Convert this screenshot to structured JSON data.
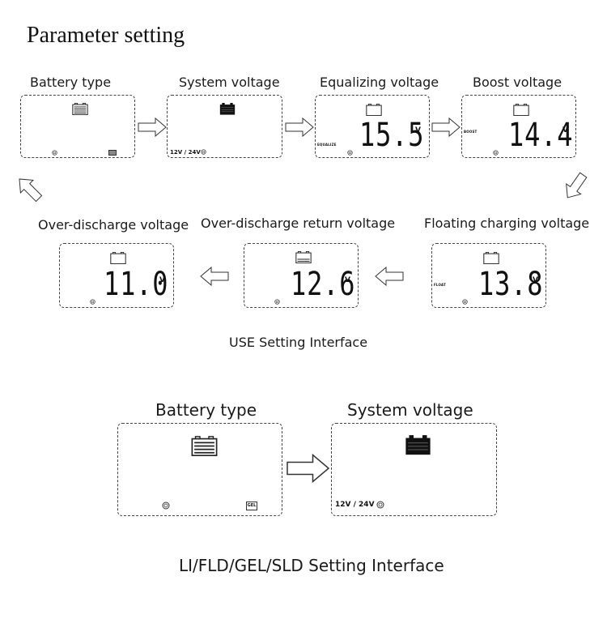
{
  "title": "Parameter setting",
  "use_interface": {
    "caption": "USE Setting Interface",
    "panels": [
      {
        "label": "Battery type",
        "value": "",
        "unit": "",
        "tag": ""
      },
      {
        "label": "System voltage",
        "value": "",
        "unit": "",
        "tag": "12V / 24V"
      },
      {
        "label": "Equalizing voltage",
        "value": "15.5",
        "unit": "V",
        "tag": "EQUALIZE"
      },
      {
        "label": "Boost voltage",
        "value": "14.4",
        "unit": "V",
        "tag": "BOOST"
      },
      {
        "label": "Floating charging voltage",
        "value": "13.8",
        "unit": "V",
        "tag": "FLOAT"
      },
      {
        "label": "Over-discharge return voltage",
        "value": "12.6",
        "unit": "V",
        "tag": ""
      },
      {
        "label": "Over-discharge voltage",
        "value": "11.0",
        "unit": "V",
        "tag": ""
      }
    ]
  },
  "li_interface": {
    "caption": "LI/FLD/GEL/SLD Setting Interface",
    "panels": [
      {
        "label": "Battery type",
        "battery_type_badge": "GEL"
      },
      {
        "label": "System voltage",
        "tag": "12V / 24V"
      }
    ]
  }
}
